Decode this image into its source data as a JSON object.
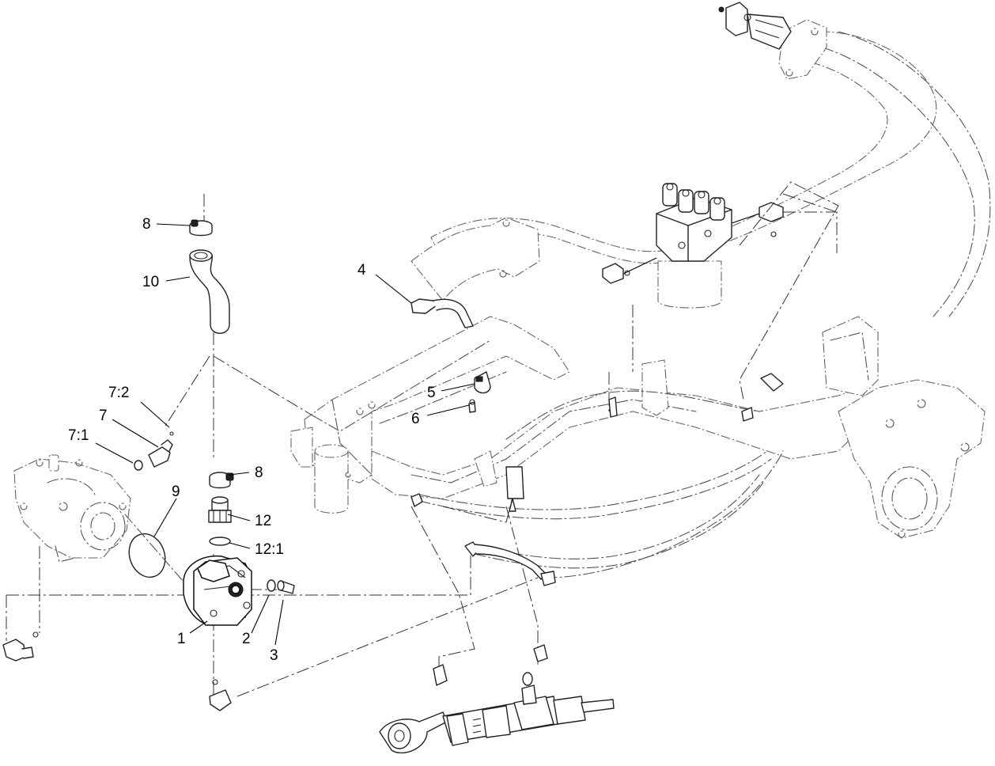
{
  "callouts": {
    "c8_top": "8",
    "c10": "10",
    "c4": "4",
    "c7_2": "7:2",
    "c7": "7",
    "c7_1": "7:1",
    "c5": "5",
    "c6": "6",
    "c9": "9",
    "c8_mid": "8",
    "c12": "12",
    "c12_1": "12:1",
    "c1": "1",
    "c2": "2",
    "c3": "3"
  }
}
